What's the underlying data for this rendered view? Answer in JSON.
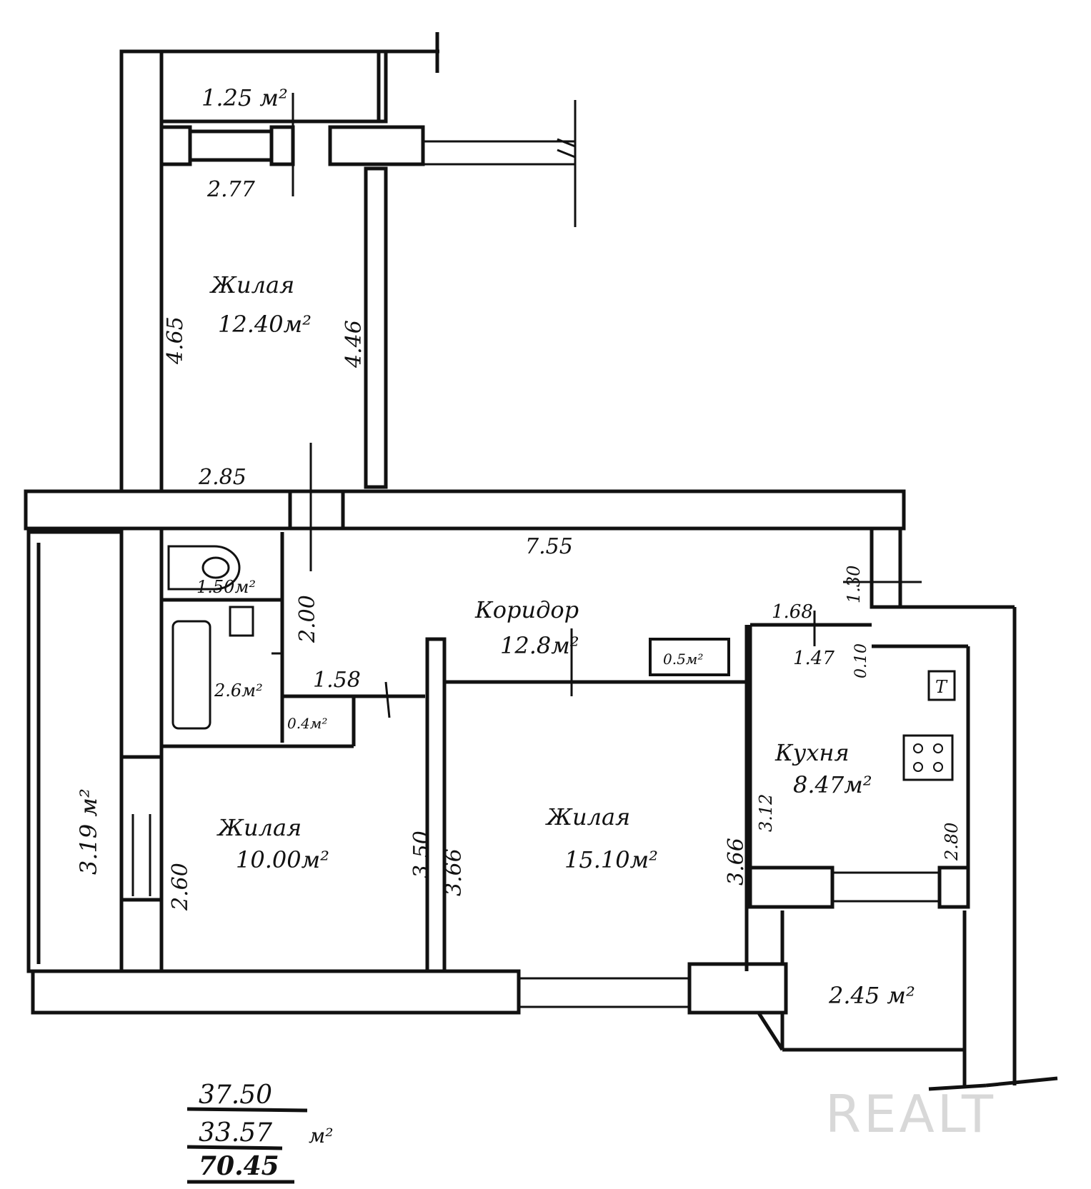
{
  "rooms": {
    "balcony_top": "1.25 м²",
    "living_top_name": "Жилая",
    "living_top_area": "12.40м²",
    "bath_wc_area": "1.50м²",
    "bath_area": "2.6м²",
    "closet_small_area": "0.4м²",
    "corridor_name": "Коридор",
    "corridor_area": "12.8м²",
    "pantry_area": "0.5м²",
    "kitchen_name": "Кухня",
    "kitchen_area": "8.47м²",
    "living_left_name": "Жилая",
    "living_left_area": "10.00м²",
    "living_center_name": "Жилая",
    "living_center_area": "15.10м²",
    "loggia_left_area": "3.19 м²",
    "balcony_bottom_area": "2.45 м²"
  },
  "dimensions": {
    "d_277": "2.77",
    "d_465": "4.65",
    "d_446": "4.46",
    "d_285": "2.85",
    "d_755": "7.55",
    "d_200": "2.00",
    "d_158": "1.58",
    "d_168": "1.68",
    "d_147": "1.47",
    "d_010": "0.10",
    "d_130": "1.30",
    "d_312": "3.12",
    "d_280": "2.80",
    "d_366": "3.66",
    "d_350": "3.50",
    "d_366b": "3.66",
    "d_260": "2.60"
  },
  "totals": {
    "living": "37.50",
    "auxiliary": "33.57",
    "total": "70.45",
    "unit": "м²"
  },
  "symbols": {
    "water_heater": "Т"
  },
  "watermark": "REALT"
}
